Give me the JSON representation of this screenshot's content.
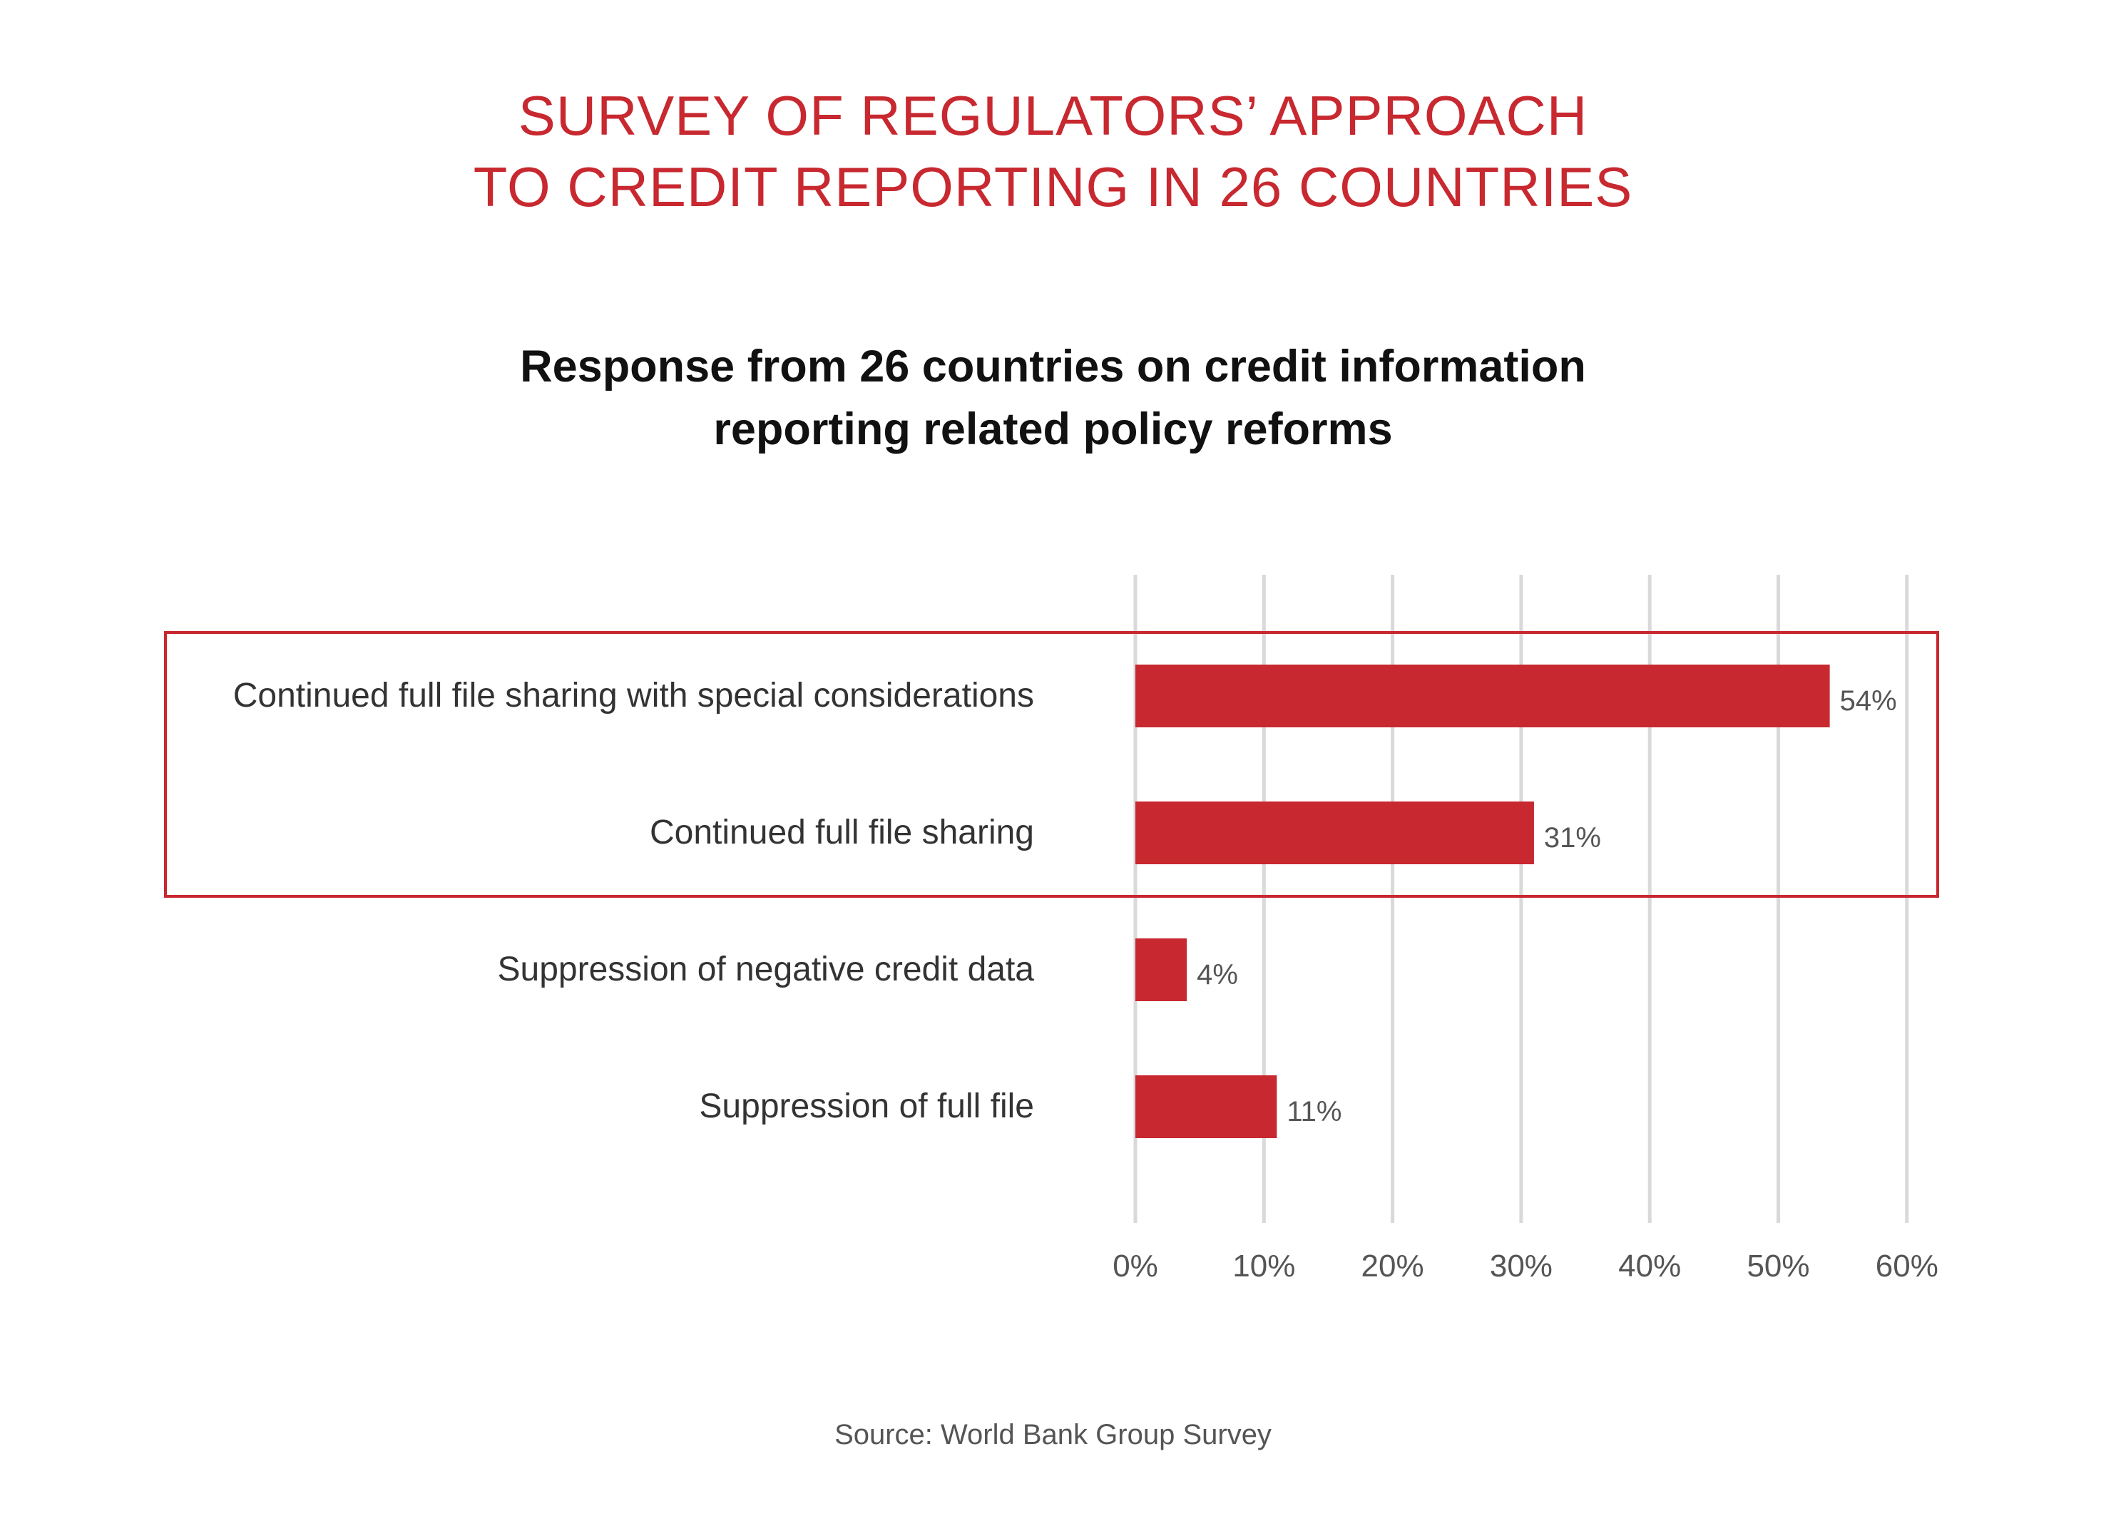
{
  "header": {
    "title_line1": "SURVEY OF REGULATORS’ APPROACH",
    "title_line2": "TO CREDIT REPORTING IN 26 COUNTRIES"
  },
  "colors": {
    "accent": "#c8282f",
    "grid": "#d9d9d9",
    "text": "#333333"
  },
  "chart_data": {
    "type": "bar",
    "orientation": "horizontal",
    "title_line1": "Response from 26 countries on credit information",
    "title_line2": "reporting related policy reforms",
    "categories": [
      "Continued full file sharing with special considerations",
      "Continued full file sharing",
      "Suppression of negative credit data",
      "Suppression of full file"
    ],
    "values": [
      54,
      31,
      4,
      11
    ],
    "value_labels": [
      "54%",
      "31%",
      "4%",
      "11%"
    ],
    "xlim": [
      0,
      60
    ],
    "xticks": [
      0,
      10,
      20,
      30,
      40,
      50,
      60
    ],
    "xtick_labels": [
      "0%",
      "10%",
      "20%",
      "30%",
      "40%",
      "50%",
      "60%"
    ],
    "grid": "vertical",
    "highlighted_categories": [
      0,
      1
    ]
  },
  "source": "Source: World Bank Group Survey"
}
